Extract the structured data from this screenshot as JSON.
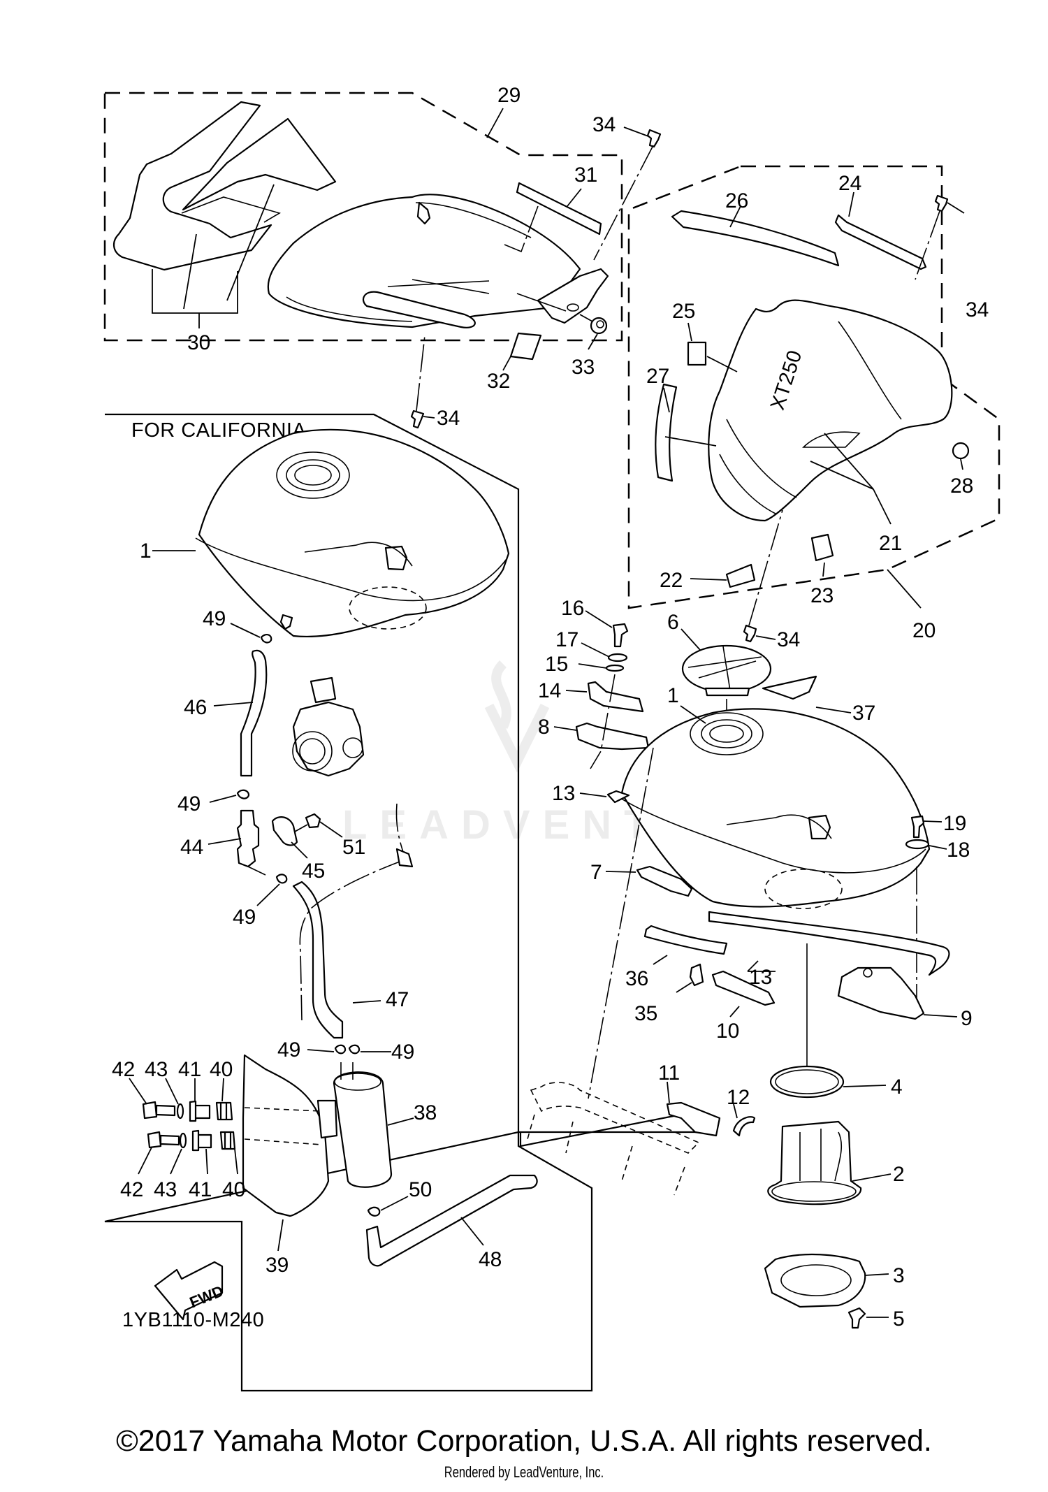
{
  "diagram": {
    "title": "Yamaha Fuel Tank Exploded Parts Diagram",
    "region_label": "FOR CALIFORNIA",
    "diagram_code": "1YB1110-M240",
    "direction_marker": "FWD",
    "tank_badge": "XT250",
    "watermark": "LEADVENTURE",
    "callouts": {
      "c1a": "1",
      "c1b": "1",
      "c2": "2",
      "c3": "3",
      "c4": "4",
      "c5": "5",
      "c6": "6",
      "c7": "7",
      "c8": "8",
      "c9": "9",
      "c10": "10",
      "c11": "11",
      "c12": "12",
      "c13a": "13",
      "c13b": "13",
      "c14": "14",
      "c15": "15",
      "c16": "16",
      "c17": "17",
      "c18": "18",
      "c19": "19",
      "c20": "20",
      "c21": "21",
      "c22": "22",
      "c23": "23",
      "c24": "24",
      "c25": "25",
      "c26": "26",
      "c27": "27",
      "c28": "28",
      "c29": "29",
      "c30": "30",
      "c31": "31",
      "c32": "32",
      "c33": "33",
      "c34a": "34",
      "c34b": "34",
      "c34c": "34",
      "c34d": "34",
      "c35": "35",
      "c36": "36",
      "c37": "37",
      "c38": "38",
      "c39": "39",
      "c40a": "40",
      "c40b": "40",
      "c41a": "41",
      "c41b": "41",
      "c42a": "42",
      "c42b": "42",
      "c43a": "43",
      "c43b": "43",
      "c44": "44",
      "c45": "45",
      "c46": "46",
      "c47": "47",
      "c48": "48",
      "c49a": "49",
      "c49b": "49",
      "c49c": "49",
      "c49d": "49",
      "c49e": "49",
      "c50": "50",
      "c51": "51"
    }
  },
  "footer": {
    "copyright": "©2017 Yamaha Motor Corporation, U.S.A. All rights reserved.",
    "rendered_by": "Rendered by LeadVenture, Inc."
  }
}
